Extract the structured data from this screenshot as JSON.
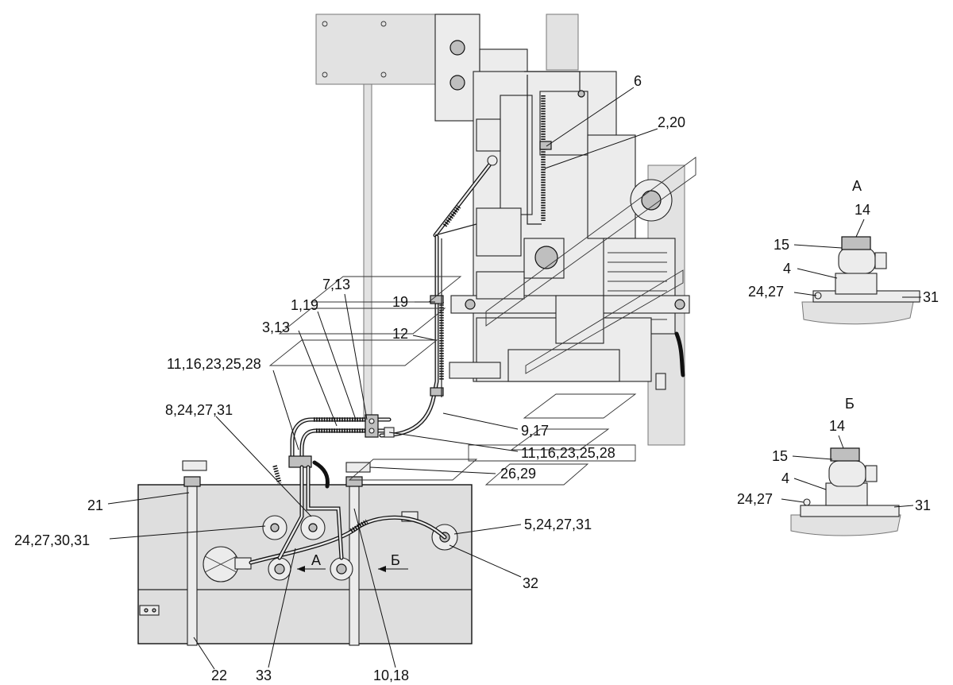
{
  "callouts": {
    "c6": "6",
    "c2_20": "2,20",
    "c7_13": "7,13",
    "c1_19": "1,19",
    "c19": "19",
    "c3_13": "3,13",
    "c12": "12",
    "c11_16_23_25_28_a": "11,16,23,25,28",
    "c8_24_27_31": "8,24,27,31",
    "c9_17": "9,17",
    "c11_16_23_25_28_b": "11,16,23,25,28",
    "c26_29": "26,29",
    "c21": "21",
    "c24_27_30_31": "24,27,30,31",
    "c5_24_27_31": "5,24,27,31",
    "c32": "32",
    "c22": "22",
    "c33": "33",
    "c10_18": "10,18"
  },
  "view_marks": {
    "arrow_a": "А",
    "arrow_b": "Б"
  },
  "detail_a": {
    "title": "А",
    "c14": "14",
    "c15": "15",
    "c4": "4",
    "c24_27_31": "24,27",
    "c31": "31"
  },
  "detail_b": {
    "title": "Б",
    "c14": "14",
    "c15": "15",
    "c4": "4",
    "c24_27": "24,27",
    "c31": "31"
  }
}
